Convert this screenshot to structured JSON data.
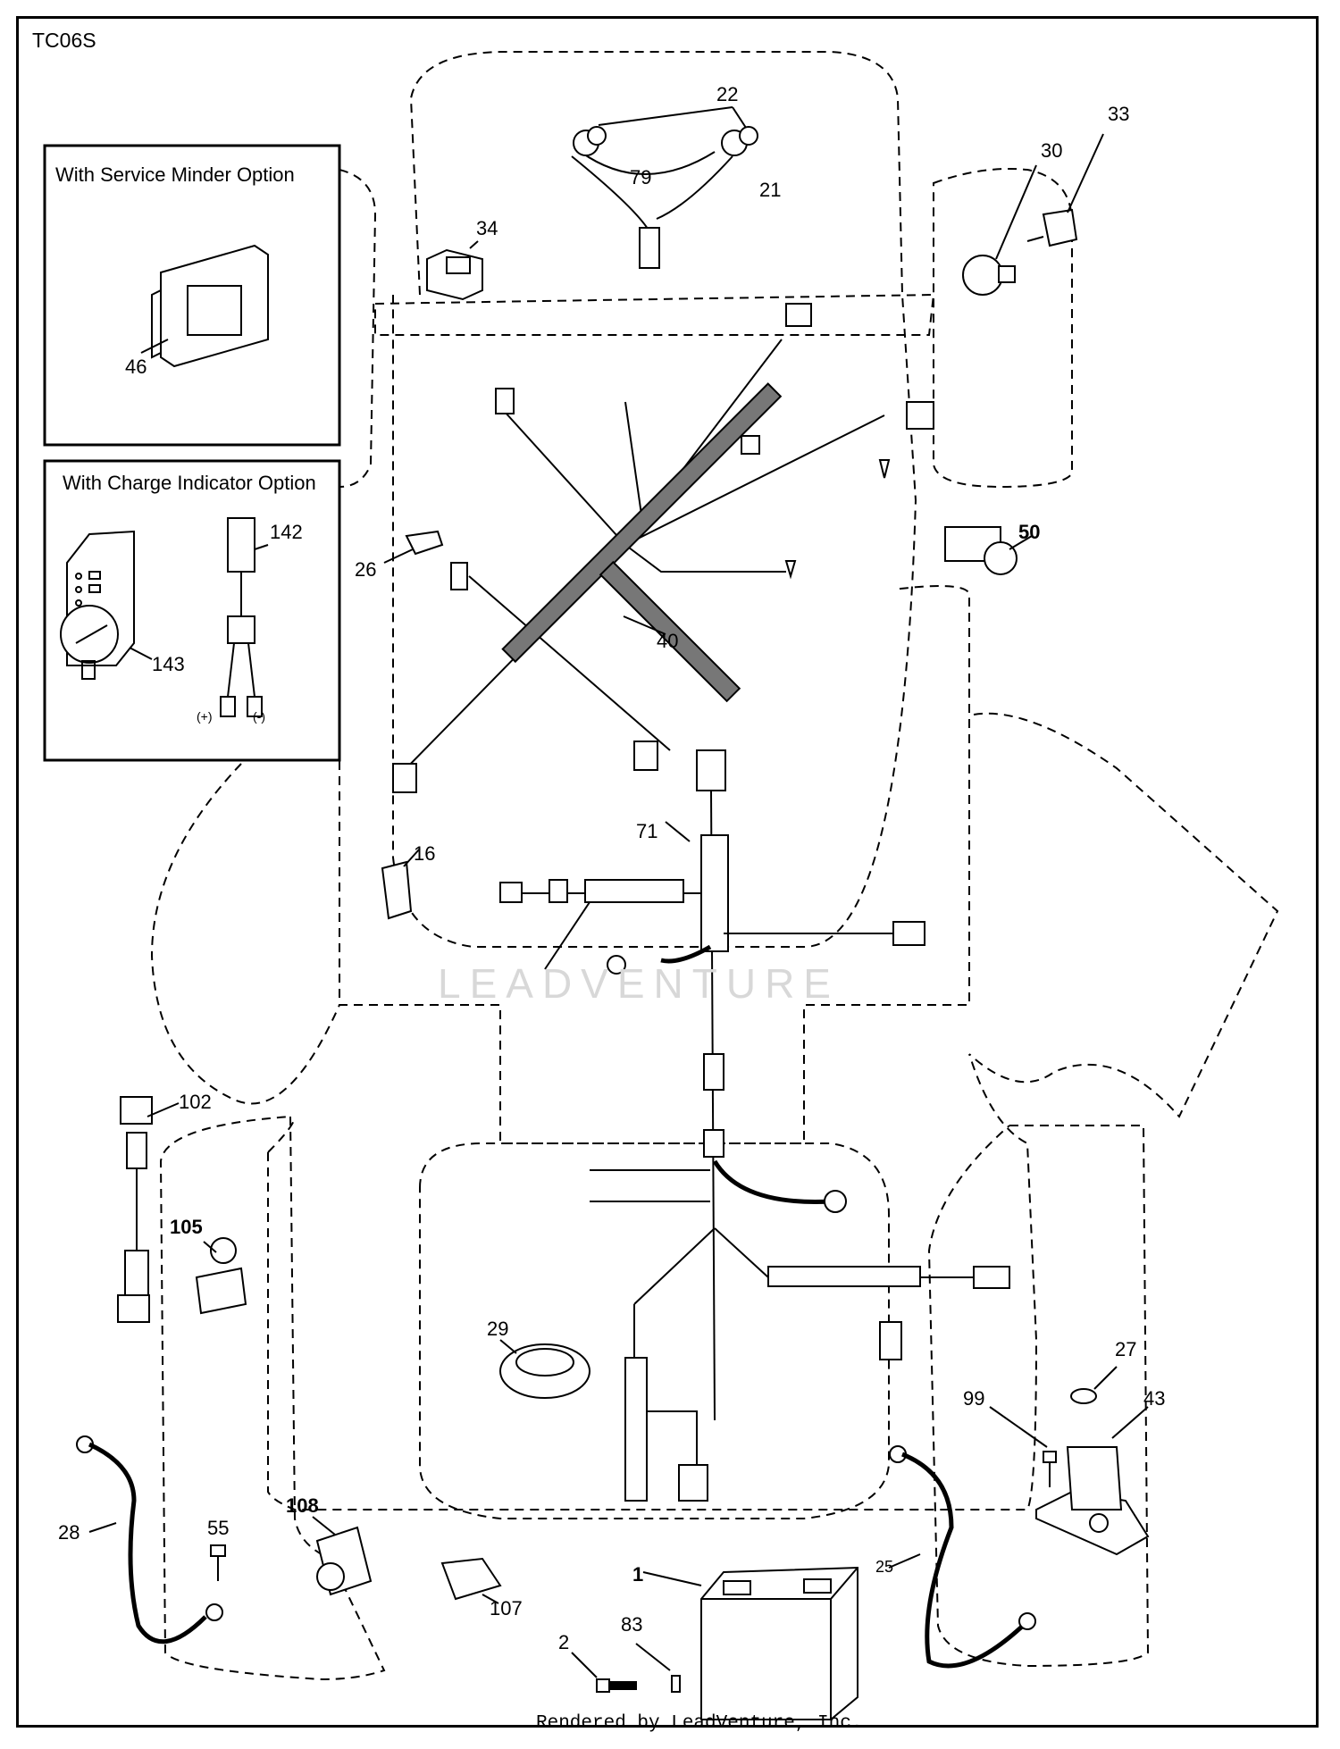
{
  "page_code": "TC06S",
  "footer": "Rendered by LeadVenture, Inc.",
  "watermark": "LEADVENTURE",
  "option_boxes": {
    "service_minder": {
      "title": "With Service Minder Option"
    },
    "charge_indicator": {
      "title": "With Charge Indicator Option",
      "pos_label": "(+)",
      "neg_label": "(-)"
    }
  },
  "part_labels": {
    "p22": "22",
    "p79": "79",
    "p21": "21",
    "p33": "33",
    "p30": "30",
    "p34": "34",
    "p46": "46",
    "p142": "142",
    "p26": "26",
    "p143": "143",
    "p40": "40",
    "p50": "50",
    "p71": "71",
    "p16": "16",
    "p102": "102",
    "p105": "105",
    "p29": "29",
    "p27": "27",
    "p43": "43",
    "p99": "99",
    "p28": "28",
    "p55": "55",
    "p108": "108",
    "p107": "107",
    "p1": "1",
    "p25": "25",
    "p2": "2",
    "p83": "83"
  },
  "colors": {
    "line": "#000000",
    "frame": "#000000",
    "watermark": "#d8d8d8",
    "harness_fill": "#555555"
  }
}
